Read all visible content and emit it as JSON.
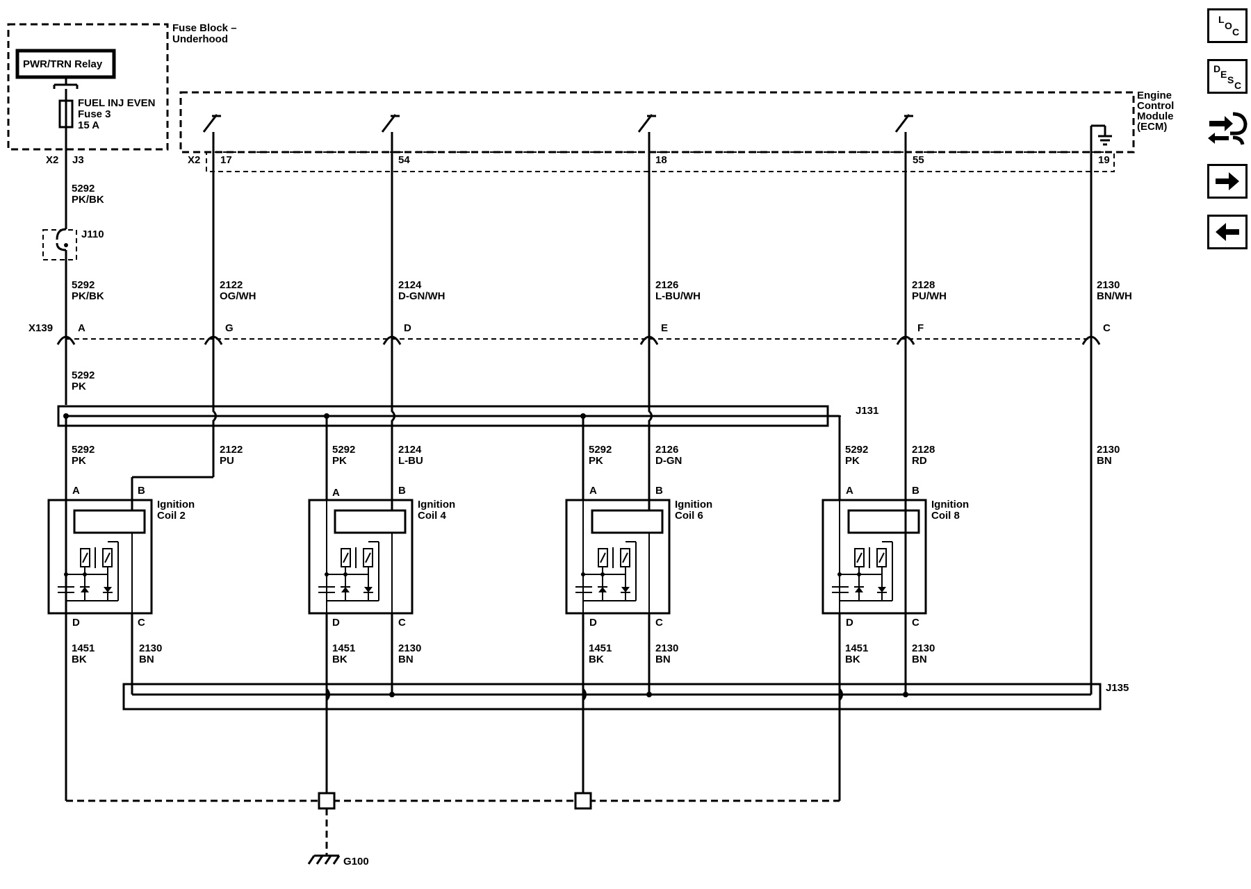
{
  "fuse_block": {
    "title_line1": "Fuse Block –",
    "title_line2": "Underhood",
    "relay": "PWR/TRN Relay",
    "fuse_name": "FUEL INJ EVEN",
    "fuse_num": "Fuse 3",
    "fuse_amp": "15 A",
    "conn": "X2",
    "pin": "J3"
  },
  "ecm": {
    "line1": "Engine",
    "line2": "Control",
    "line3": "Module",
    "line4": "(ECM)",
    "conn": "X2",
    "pins": [
      "17",
      "54",
      "18",
      "55",
      "19"
    ]
  },
  "wires_top": [
    {
      "c": "5292",
      "col": "PK/BK"
    },
    {
      "c": "5292",
      "col": "PK/BK"
    },
    {
      "c": "2122",
      "col": "OG/WH"
    },
    {
      "c": "2124",
      "col": "D-GN/WH"
    },
    {
      "c": "2126",
      "col": "L-BU/WH"
    },
    {
      "c": "2128",
      "col": "PU/WH"
    },
    {
      "c": "2130",
      "col": "BN/WH"
    }
  ],
  "splice_j110": "J110",
  "x139": {
    "conn": "X139",
    "pins": [
      "A",
      "G",
      "D",
      "E",
      "F",
      "C"
    ]
  },
  "wire_below_x139": {
    "c": "5292",
    "col": "PK"
  },
  "splice_j131": "J131",
  "splice_j135": "J135",
  "wires_mid": [
    {
      "c": "5292",
      "col": "PK"
    },
    {
      "c": "2122",
      "col": "PU"
    },
    {
      "c": "5292",
      "col": "PK"
    },
    {
      "c": "2124",
      "col": "L-BU"
    },
    {
      "c": "5292",
      "col": "PK"
    },
    {
      "c": "2126",
      "col": "D-GN"
    },
    {
      "c": "5292",
      "col": "PK"
    },
    {
      "c": "2128",
      "col": "RD"
    },
    {
      "c": "2130",
      "col": "BN"
    }
  ],
  "coils": [
    {
      "l1": "Ignition",
      "l2": "Coil 2"
    },
    {
      "l1": "Ignition",
      "l2": "Coil 4"
    },
    {
      "l1": "Ignition",
      "l2": "Coil 6"
    },
    {
      "l1": "Ignition",
      "l2": "Coil 8"
    }
  ],
  "coil_pins": {
    "a": "A",
    "b": "B",
    "c": "C",
    "d": "D"
  },
  "wires_bottom": {
    "d_c": "1451",
    "d_col": "BK",
    "c_c": "2130",
    "c_col": "BN"
  },
  "ground": "G100",
  "nav": {
    "loc": [
      "L",
      "O",
      "C"
    ],
    "desc": [
      "D",
      "E",
      "S",
      "C"
    ]
  }
}
